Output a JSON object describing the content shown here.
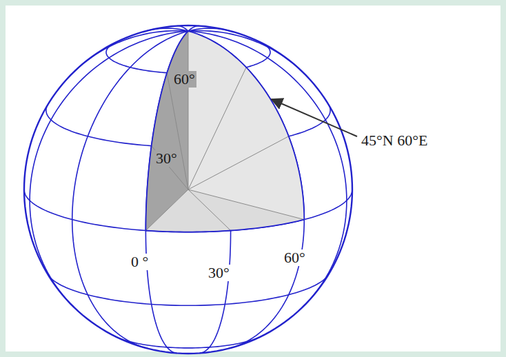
{
  "diagram": {
    "labels": [
      "60°",
      "30°",
      "0 °",
      "30°",
      "60°",
      "45°N 60°E"
    ]
  }
}
